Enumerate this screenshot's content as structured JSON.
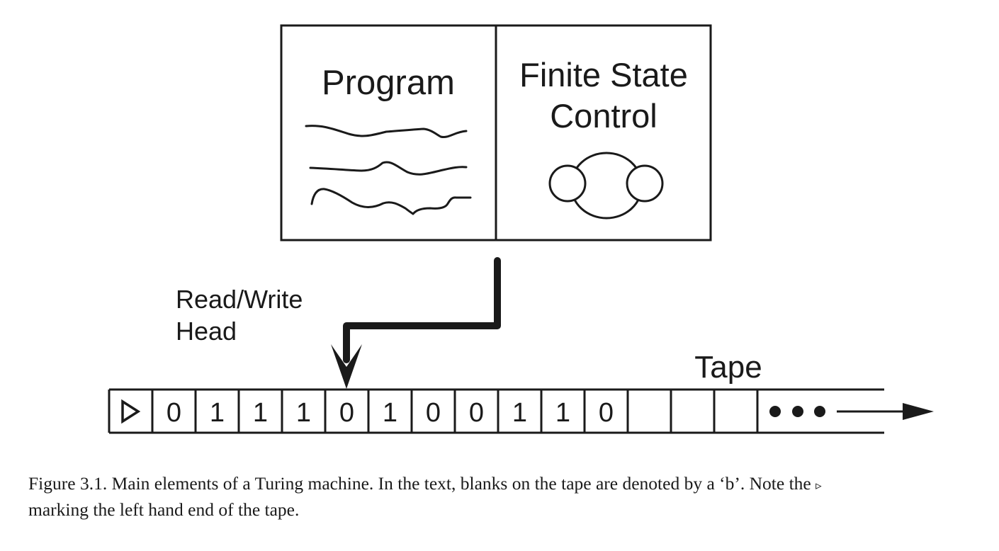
{
  "diagram": {
    "program_label": "Program",
    "fsc_label_line1": "Finite State",
    "fsc_label_line2": "Control",
    "head_label_line1": "Read/Write",
    "head_label_line2": "Head",
    "tape_label": "Tape",
    "tape_cells": [
      "0",
      "1",
      "1",
      "1",
      "0",
      "1",
      "0",
      "0",
      "1",
      "1",
      "0",
      "",
      "",
      ""
    ],
    "head_cell_index": 4,
    "colors": {
      "ink": "#1a1a1a",
      "background": "#ffffff"
    }
  },
  "caption": {
    "text_before": "Figure 3.1. Main elements of a Turing machine. In the text, blanks on the tape are denoted by a ‘b’. Note the",
    "symbol": "▹",
    "text_after": "marking the left hand end of the tape."
  }
}
